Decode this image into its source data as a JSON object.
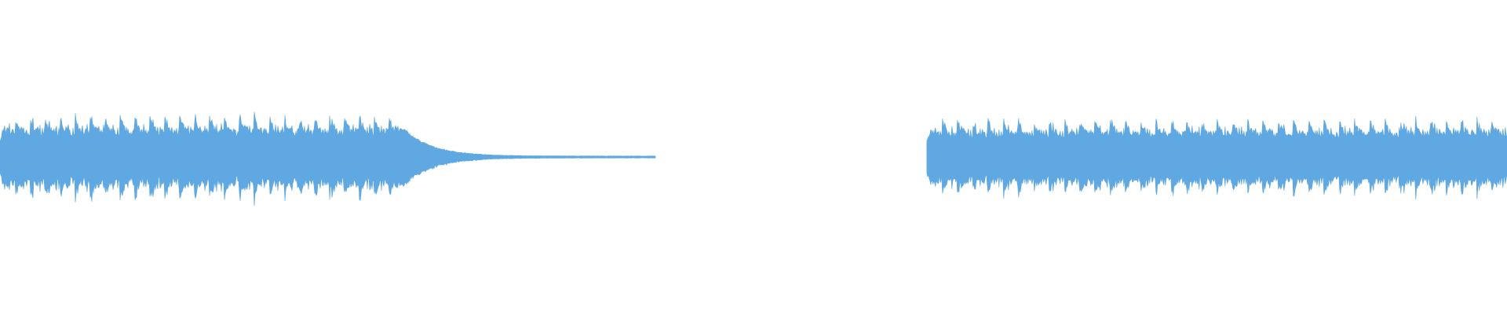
{
  "waveform": {
    "color": "#5FA8E2",
    "background": "#FFFFFF",
    "segments": [
      {
        "name": "segment-1",
        "start_fraction": 0.0,
        "sustain_end_fraction": 0.268,
        "end_fraction": 0.435,
        "amplitude": 0.62,
        "decay_tail": true,
        "beats": 27
      },
      {
        "name": "segment-2",
        "start_fraction": 0.615,
        "sustain_end_fraction": 1.0,
        "end_fraction": 1.0,
        "amplitude": 0.56,
        "decay_tail": false,
        "beats": 38
      }
    ]
  }
}
